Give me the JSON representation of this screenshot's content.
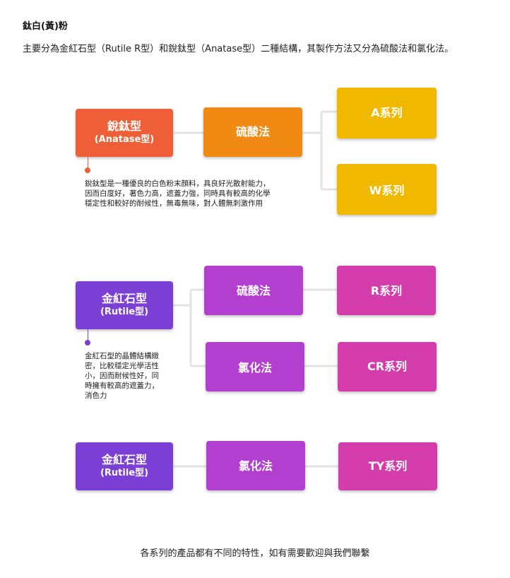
{
  "header": {
    "title": "鈦白(黃)粉",
    "subtitle": "主要分為金紅石型（Rutile R型）和銳鈦型（Anatase型）二種結構，其製作方法又分為硫酸法和氯化法。"
  },
  "colors": {
    "orange_red": "#ee5f38",
    "orange": "#f08a12",
    "yellow": "#f1b800",
    "purple": "#7b3fd6",
    "magenta_purple": "#b23fd0",
    "pink": "#d43bab",
    "connector": "#e3e3e3"
  },
  "section1": {
    "type_box": {
      "line1": "銳鈦型",
      "line2": "(Anatase型)"
    },
    "method_box": {
      "label": "硫酸法"
    },
    "product_boxes": [
      {
        "label": "A系列"
      },
      {
        "label": "W系列"
      }
    ],
    "description": [
      "銳鈦型是一種優良的白色粉末顏料，具良好光散射能力，",
      "因而白度好，著色力高，遮蓋力強，同時具有較高的化學",
      "穩定性和較好的耐候性，無毒無味，對人體無刺激作用"
    ]
  },
  "section2": {
    "type_box": {
      "line1": "金紅石型",
      "line2": "(Rutile型)"
    },
    "method_boxes": [
      {
        "label": "硫酸法"
      },
      {
        "label": "氯化法"
      }
    ],
    "product_boxes": [
      {
        "label": "R系列"
      },
      {
        "label": "CR系列"
      }
    ],
    "description": [
      "金紅石型的晶體結構緻",
      "密，比較穩定光學活性",
      "小，因而耐候性好，同",
      "時擁有較高的遮蓋力，",
      "消色力"
    ]
  },
  "section3": {
    "type_box": {
      "line1": "金紅石型",
      "line2": "(Rutile型)"
    },
    "method_box": {
      "label": "氯化法"
    },
    "product_box": {
      "label": "TY系列"
    }
  },
  "footer": {
    "text": "各系列的產品都有不同的特性，如有需要歡迎與我們聯繫"
  }
}
